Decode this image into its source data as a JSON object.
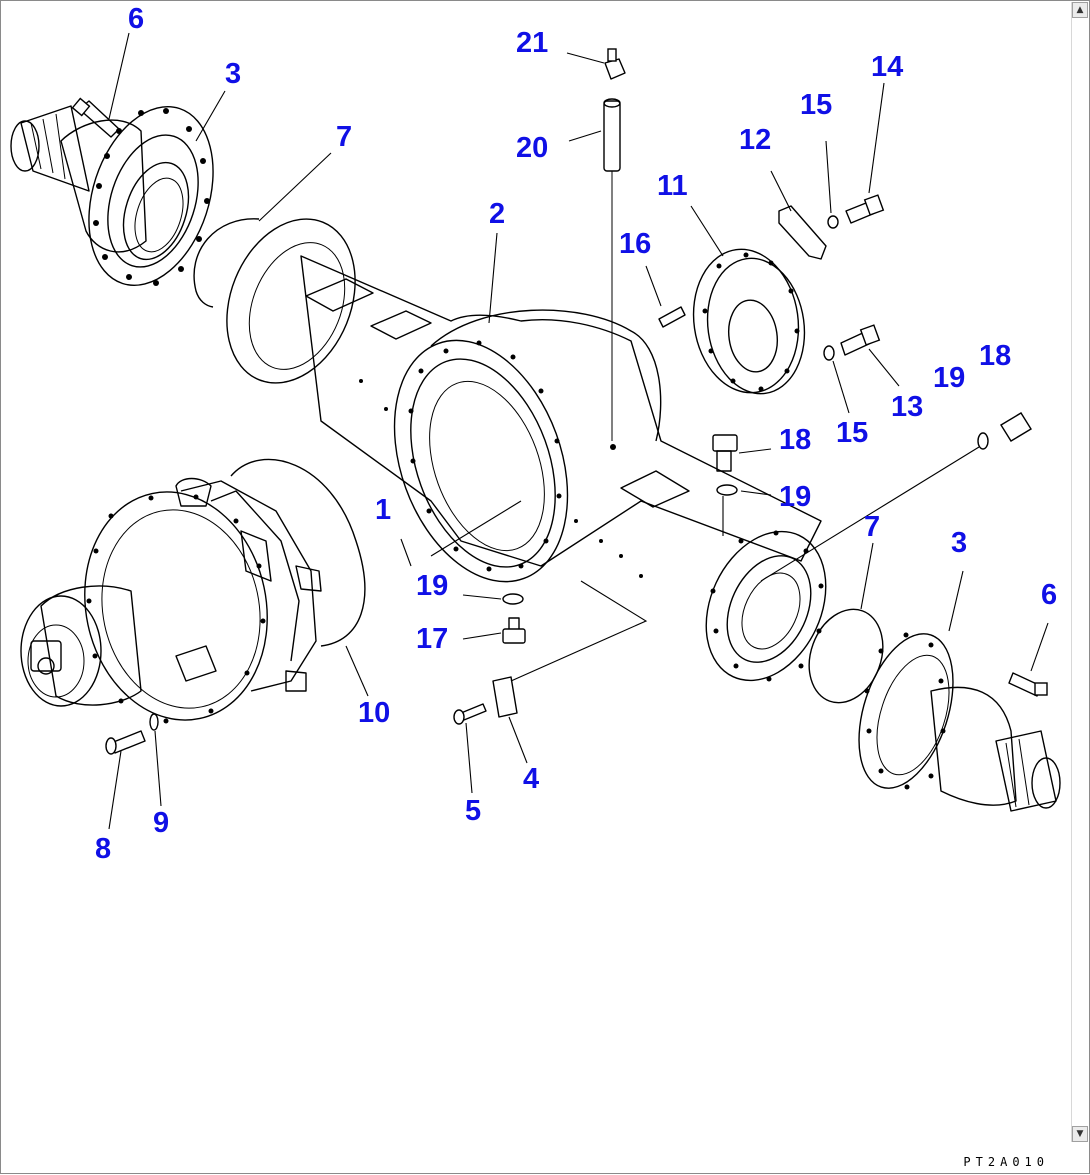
{
  "diagram": {
    "title": "",
    "reference_code": "PT2A010",
    "callout_color": "#1010e6",
    "callouts": [
      {
        "id": "6a",
        "text": "6"
      },
      {
        "id": "3a",
        "text": "3"
      },
      {
        "id": "7a",
        "text": "7"
      },
      {
        "id": "21",
        "text": "21"
      },
      {
        "id": "20",
        "text": "20"
      },
      {
        "id": "2",
        "text": "2"
      },
      {
        "id": "16",
        "text": "16"
      },
      {
        "id": "11",
        "text": "11"
      },
      {
        "id": "12",
        "text": "12"
      },
      {
        "id": "15a",
        "text": "15"
      },
      {
        "id": "14",
        "text": "14"
      },
      {
        "id": "13",
        "text": "13"
      },
      {
        "id": "15b",
        "text": "15"
      },
      {
        "id": "19a",
        "text": "19"
      },
      {
        "id": "18a",
        "text": "18"
      },
      {
        "id": "18b",
        "text": "18"
      },
      {
        "id": "19b",
        "text": "19"
      },
      {
        "id": "1",
        "text": "1"
      },
      {
        "id": "19c",
        "text": "19"
      },
      {
        "id": "17",
        "text": "17"
      },
      {
        "id": "10",
        "text": "10"
      },
      {
        "id": "7b",
        "text": "7"
      },
      {
        "id": "3b",
        "text": "3"
      },
      {
        "id": "6b",
        "text": "6"
      },
      {
        "id": "4",
        "text": "4"
      },
      {
        "id": "5",
        "text": "5"
      },
      {
        "id": "9",
        "text": "9"
      },
      {
        "id": "8",
        "text": "8"
      }
    ]
  },
  "scrollbar": {
    "up_arrow": "▲",
    "down_arrow": "▼"
  }
}
